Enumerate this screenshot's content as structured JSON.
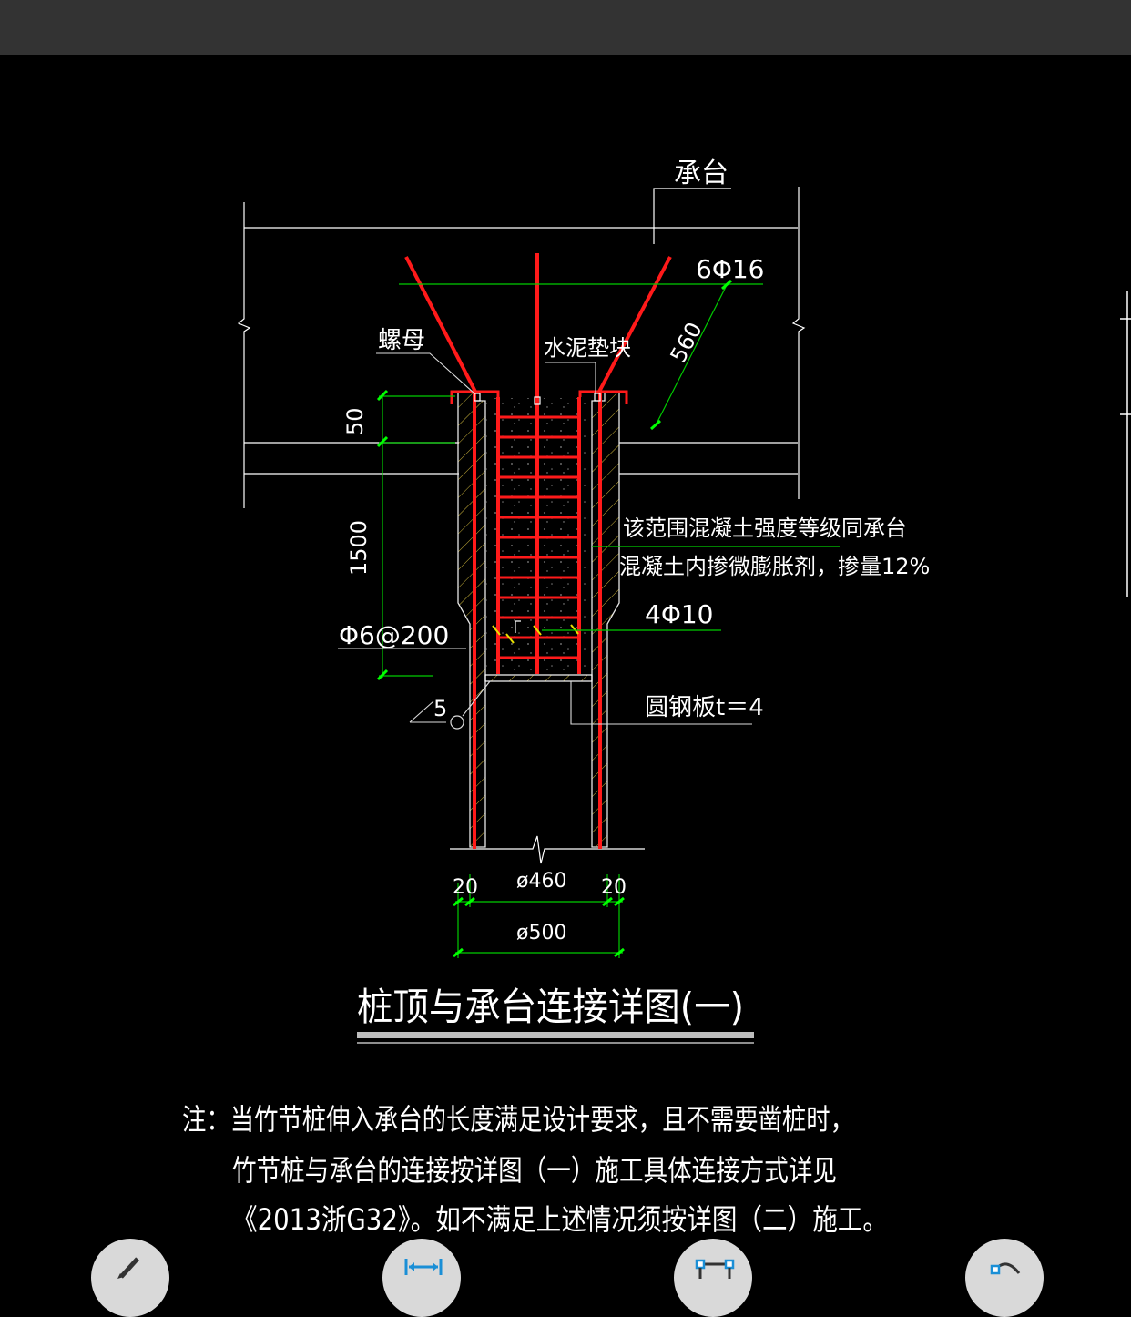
{
  "drawing": {
    "callouts": {
      "cap": "承台",
      "bars_top": "6Φ16",
      "nut": "螺母",
      "cement_block": "水泥垫块",
      "bar_len": "560",
      "concrete_note_1": "该范围混凝土强度等级同承台",
      "concrete_note_2": "混凝土内掺微膨胀剂，掺量12%",
      "bars_inner": "4Φ10",
      "stirrup": "Φ6@200",
      "steel_plate": "圆钢板t＝4",
      "weld": "5"
    },
    "dimensions": {
      "d50": "50",
      "d1500": "1500",
      "wall_left": "20",
      "wall_right": "20",
      "inner_dia": "ø460",
      "outer_dia": "ø500"
    },
    "title": "桩顶与承台连接详图(一)",
    "note": {
      "line1": "注：当竹节桩伸入承台的长度满足设计要求，且不需要凿桩时，",
      "line2": "竹节桩与承台的连接按详图（一）施工具体连接方式详见",
      "line3": "《2013浙G32》。如不满足上述情况须按详图（二）施工。"
    }
  },
  "toolbar": {
    "buttons": [
      {
        "icon": "pencil-icon"
      },
      {
        "icon": "measure-length-icon"
      },
      {
        "icon": "measure-area-icon"
      },
      {
        "icon": "measure-arc-icon"
      }
    ]
  },
  "colors": {
    "background": "#000000",
    "topbar": "#333333",
    "rebar": "#ff1a1a",
    "dimension": "#00cc00",
    "wall": "#d4c03a",
    "text": "#ffffff"
  }
}
